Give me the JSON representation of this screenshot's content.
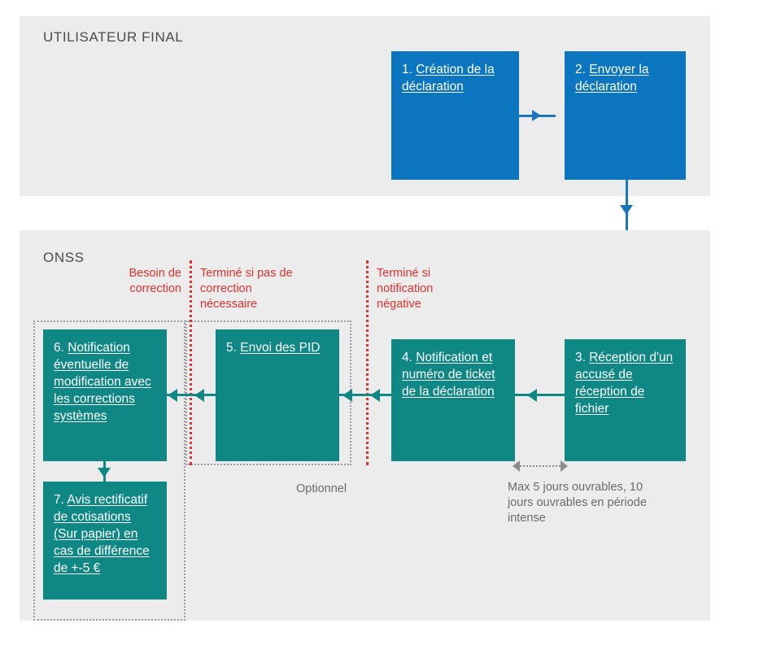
{
  "diagram": {
    "lanes": [
      {
        "id": "utilisateur-final",
        "title": "UTILISATEUR FINAL"
      },
      {
        "id": "onss",
        "title": "ONSS"
      }
    ],
    "colors": {
      "blue": "#0b76bf",
      "blue_connector": "#1b76bb",
      "teal": "#0e8785",
      "lane_background": "#ececec",
      "red_note": "#e2322c",
      "gray_note": "#6b6b6b",
      "dotted_region": "#9b9b9b"
    },
    "steps": [
      {
        "num": "1.",
        "label": "Création de la déclaration",
        "lane": "utilisateur-final",
        "color": "blue"
      },
      {
        "num": "2.",
        "label": "Envoyer la déclaration",
        "lane": "utilisateur-final",
        "color": "blue"
      },
      {
        "num": "3.",
        "label": "Réception d'un accusé de réception de fichier",
        "lane": "onss",
        "color": "teal"
      },
      {
        "num": "4.",
        "label": "Notification et numéro de ticket de la déclaration",
        "lane": "onss",
        "color": "teal"
      },
      {
        "num": "5.",
        "label": "Envoi des PID",
        "lane": "onss",
        "color": "teal"
      },
      {
        "num": "6.",
        "label": "Notification éventuelle de modification avec les corrections systèmes",
        "lane": "onss",
        "color": "teal"
      },
      {
        "num": "7.",
        "label": "Avis rectificatif de cotisations (Sur papier) en cas de différence de +-5 €",
        "lane": "onss",
        "color": "teal"
      }
    ],
    "red_notes": [
      {
        "id": "besoin-de-correction",
        "text": "Besoin de correction"
      },
      {
        "id": "termine-si-pas-de-correction",
        "text": "Terminé si pas de correction nécessaire"
      },
      {
        "id": "termine-si-notification-negative",
        "text": "Terminé si notification négative"
      }
    ],
    "gray_notes": [
      {
        "id": "optionnel",
        "text": "Optionnel"
      },
      {
        "id": "delai",
        "text": "Max 5 jours ouvrables, 10 jours ouvrables en période intense"
      }
    ]
  }
}
